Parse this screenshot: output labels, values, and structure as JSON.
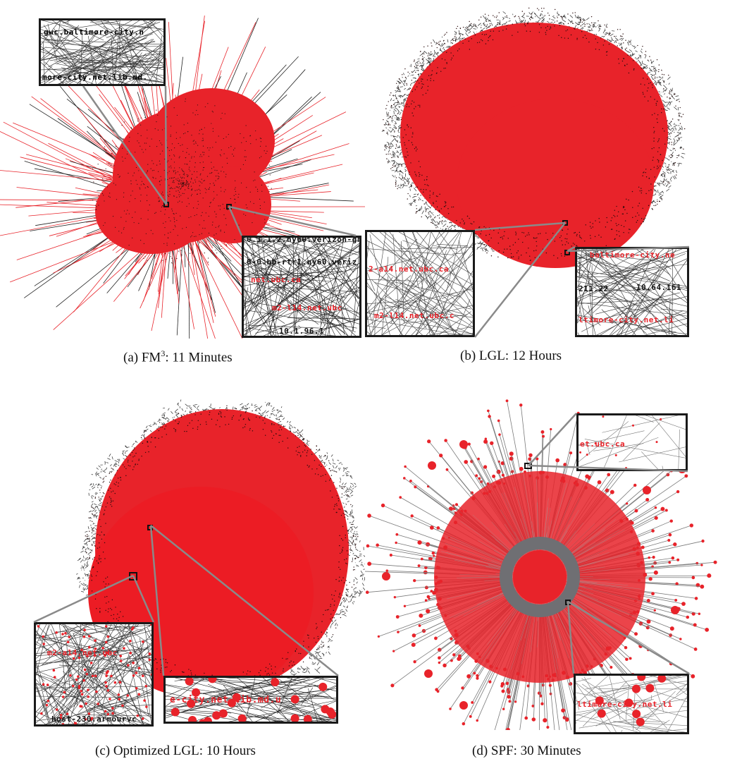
{
  "colors": {
    "node_red": "#e8232a",
    "edge_dark": "#2a2a2a",
    "edge_gray": "#7a7a7a",
    "ring_gray": "#6f6f73",
    "connector_gray": "#8a8a8a"
  },
  "panels": [
    {
      "id": "a",
      "caption": {
        "prefix": "(a)  FM",
        "sup": "3",
        "suffix": ": 11 Minutes"
      },
      "zooms": [
        {
          "labels": [
            {
              "text": "gwc.baltimore-city.n",
              "style": "red"
            },
            {
              "text": "more-city.net.lib.md.",
              "style": "red"
            }
          ]
        },
        {
          "labels": [
            {
              "text": "0.1.1.2.ny60.verizon-gn",
              "style": "dark"
            },
            {
              "text": "0-0.bb-rtr1.ny60.veriz",
              "style": "dark"
            },
            {
              "text": "net.ubc.ca",
              "style": "red"
            },
            {
              "text": "m2-l14.net.ubc",
              "style": "red"
            },
            {
              "text": "10.1.96.1",
              "style": "dark"
            }
          ]
        }
      ]
    },
    {
      "id": "b",
      "caption": {
        "prefix": "(b)  LGL: 12 Hours"
      },
      "zooms": [
        {
          "labels": [
            {
              "text": "2-a14.net.ubc.ca",
              "style": "red"
            },
            {
              "text": "m2-l14.net.ubc.c",
              "style": "red"
            }
          ]
        },
        {
          "labels": [
            {
              "text": "baltimore-city.ne",
              "style": "red"
            },
            {
              "text": "211.22",
              "style": "dark"
            },
            {
              "text": "10.64.161",
              "style": "dark"
            },
            {
              "text": "ltimore-city.net.li",
              "style": "red"
            }
          ]
        }
      ]
    },
    {
      "id": "c",
      "caption": {
        "prefix": "(c)  Optimized LGL: 10 Hours"
      },
      "zooms": [
        {
          "labels": [
            {
              "text": "m2-a14.net.ubc",
              "style": "red"
            },
            {
              "text": "host-230.armourvc",
              "style": "dark"
            }
          ]
        },
        {
          "labels": [
            {
              "text": "e-city.net.lib.md.u",
              "style": "red"
            }
          ]
        }
      ]
    },
    {
      "id": "d",
      "caption": {
        "prefix": "(d)  SPF: 30 Minutes"
      },
      "zooms": [
        {
          "labels": [
            {
              "text": "et.ubc.ca",
              "style": "red"
            }
          ]
        },
        {
          "labels": [
            {
              "text": "ltimore-city.net.li",
              "style": "red"
            }
          ]
        }
      ]
    }
  ]
}
